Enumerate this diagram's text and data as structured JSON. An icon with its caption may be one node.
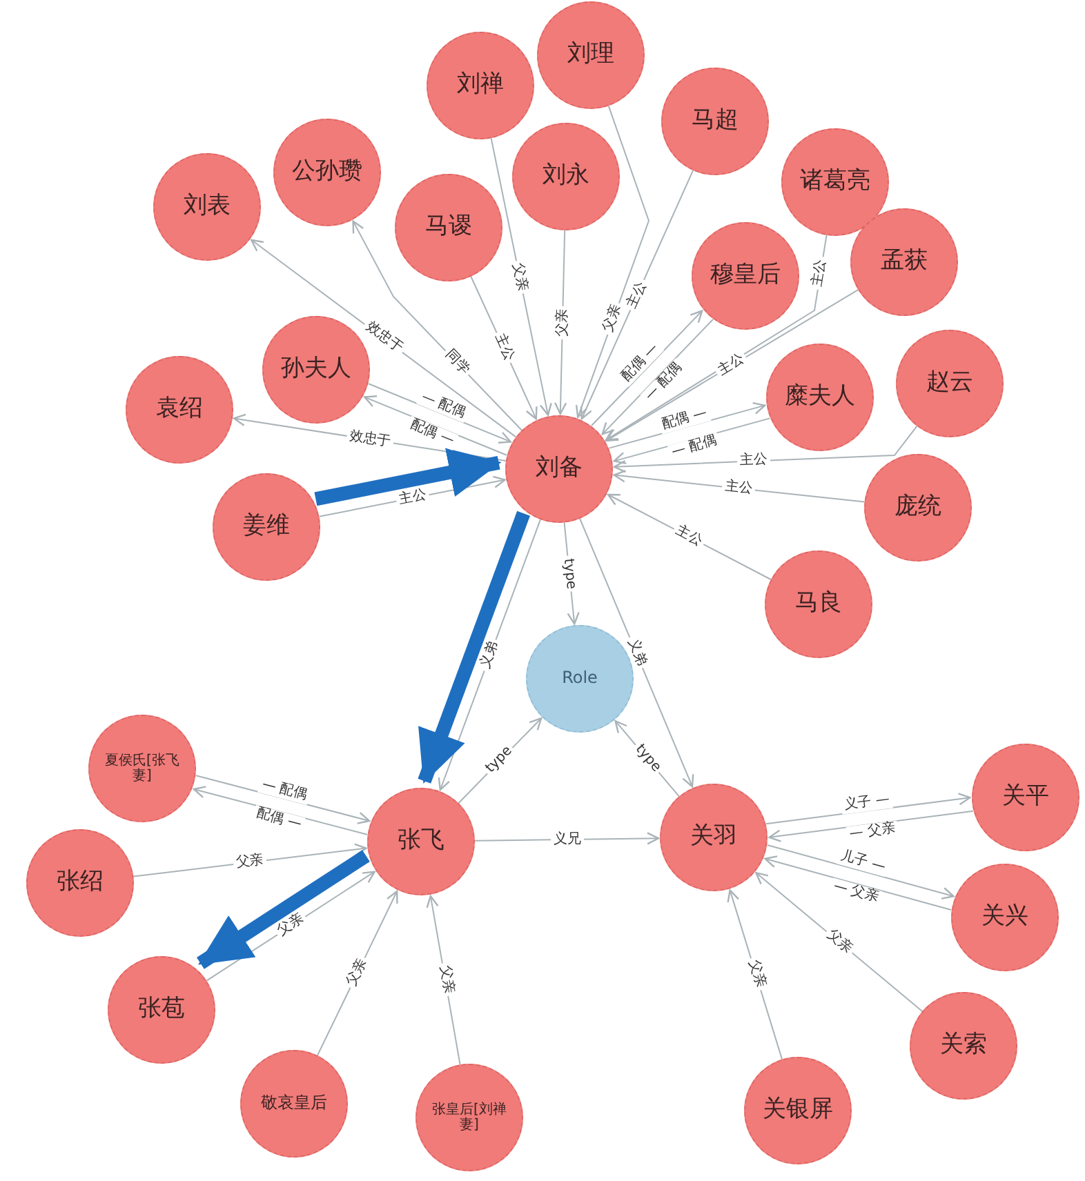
{
  "diagram": {
    "nodes": [
      {
        "text": [
          "刘理"
        ]
      },
      {
        "text": [
          "刘禅"
        ]
      },
      {
        "text": [
          "马超"
        ]
      },
      {
        "text": [
          "公孙瓒"
        ]
      },
      {
        "text": [
          "刘永"
        ]
      },
      {
        "text": [
          "诸葛亮"
        ]
      },
      {
        "text": [
          "马谡"
        ]
      },
      {
        "text": [
          "刘表"
        ]
      },
      {
        "text": [
          "穆皇后"
        ]
      },
      {
        "text": [
          "孟获"
        ]
      },
      {
        "text": [
          "孙夫人"
        ]
      },
      {
        "text": [
          "糜夫人"
        ]
      },
      {
        "text": [
          "赵云"
        ]
      },
      {
        "text": [
          "袁绍"
        ]
      },
      {
        "text": [
          "刘备"
        ]
      },
      {
        "text": [
          "庞统"
        ]
      },
      {
        "text": [
          "姜维"
        ]
      },
      {
        "text": [
          "马良"
        ]
      },
      {
        "text": [
          "Role"
        ]
      },
      {
        "text": [
          "夏侯氏[张飞妻]"
        ]
      },
      {
        "text": [
          "关平"
        ]
      },
      {
        "text": [
          "关羽"
        ]
      },
      {
        "text": [
          "张飞"
        ]
      },
      {
        "text": [
          "张绍"
        ]
      },
      {
        "text": [
          "关兴"
        ]
      },
      {
        "text": [
          "张苞"
        ]
      },
      {
        "text": [
          "关索"
        ]
      },
      {
        "text": [
          "敬哀皇后"
        ]
      },
      {
        "text": [
          "关银屏"
        ]
      },
      {
        "text": [
          "张皇后[刘禅妻]"
        ]
      }
    ],
    "edges": [
      {
        "from": 0,
        "to": 14,
        "arrow": "to",
        "label": "父亲"
      },
      {
        "from": 1,
        "to": 14,
        "arrow": "to",
        "label": "父亲"
      },
      {
        "from": 4,
        "to": 14,
        "arrow": "to",
        "label": "父亲"
      },
      {
        "from": 2,
        "to": 14,
        "arrow": "to",
        "label": "主公"
      },
      {
        "from": 5,
        "to": 14,
        "arrow": "to",
        "label": "主公"
      },
      {
        "from": 6,
        "to": 14,
        "arrow": "to",
        "label": "主公"
      },
      {
        "from": 14,
        "to": 3,
        "arrow": "to",
        "label": "同学"
      },
      {
        "from": 14,
        "to": 7,
        "arrow": "to",
        "label": "效忠于"
      },
      {
        "from": 14,
        "to": 13,
        "arrow": "to",
        "label": "效忠于"
      },
      {
        "from": 14,
        "to": 10,
        "arrow": "to",
        "label": "配偶 —"
      },
      {
        "from": 10,
        "to": 14,
        "arrow": "to",
        "label": "— 配偶"
      },
      {
        "from": 14,
        "to": 8,
        "arrow": "to",
        "label": "配偶 —"
      },
      {
        "from": 8,
        "to": 14,
        "arrow": "to",
        "label": "— 配偶"
      },
      {
        "from": 9,
        "to": 14,
        "arrow": "to",
        "label": "主公"
      },
      {
        "from": 14,
        "to": 11,
        "arrow": "to",
        "label": "配偶 —"
      },
      {
        "from": 11,
        "to": 14,
        "arrow": "to",
        "label": "— 配偶"
      },
      {
        "from": 12,
        "to": 14,
        "arrow": "to",
        "label": "主公"
      },
      {
        "from": 15,
        "to": 14,
        "arrow": "to",
        "label": "主公"
      },
      {
        "from": 17,
        "to": 14,
        "arrow": "to",
        "label": "主公"
      },
      {
        "from": 16,
        "to": 14,
        "arrow": "to",
        "label": "主公"
      },
      {
        "from": 14,
        "to": 18,
        "arrow": "to",
        "label": "type"
      },
      {
        "from": 22,
        "to": 18,
        "arrow": "to",
        "label": "type"
      },
      {
        "from": 21,
        "to": 18,
        "arrow": "to",
        "label": "type"
      },
      {
        "from": 14,
        "to": 22,
        "arrow": "to",
        "label": "义弟"
      },
      {
        "from": 14,
        "to": 21,
        "arrow": "to",
        "label": "义弟"
      },
      {
        "from": 22,
        "to": 21,
        "arrow": "to",
        "label": "义兄"
      },
      {
        "from": 21,
        "to": 20,
        "arrow": "to",
        "label": "义子 —"
      },
      {
        "from": 20,
        "to": 21,
        "arrow": "to",
        "label": "— 父亲"
      },
      {
        "from": 21,
        "to": 24,
        "arrow": "to",
        "label": "儿子 —"
      },
      {
        "from": 24,
        "to": 21,
        "arrow": "to",
        "label": "— 父亲"
      },
      {
        "from": 26,
        "to": 21,
        "arrow": "to",
        "label": "父亲"
      },
      {
        "from": 28,
        "to": 21,
        "arrow": "to",
        "label": "父亲"
      },
      {
        "from": 22,
        "to": 19,
        "arrow": "to",
        "label": "配偶 —"
      },
      {
        "from": 19,
        "to": 22,
        "arrow": "to",
        "label": "— 配偶"
      },
      {
        "from": 23,
        "to": 22,
        "arrow": "to",
        "label": "父亲"
      },
      {
        "from": 25,
        "to": 22,
        "arrow": "to",
        "label": "父亲"
      },
      {
        "from": 27,
        "to": 22,
        "arrow": "to",
        "label": "父亲"
      },
      {
        "from": 29,
        "to": 22,
        "arrow": "to",
        "label": "父亲"
      },
      {
        "from": 16,
        "to": 14,
        "arrow": "to",
        "style": "thick",
        "color": "#1f6fc0"
      },
      {
        "from": 14,
        "to": 22,
        "arrow": "to",
        "style": "thick",
        "color": "#1f6fc0"
      },
      {
        "from": 22,
        "to": 25,
        "arrow": "to",
        "style": "thick",
        "color": "#1f6fc0"
      }
    ]
  }
}
